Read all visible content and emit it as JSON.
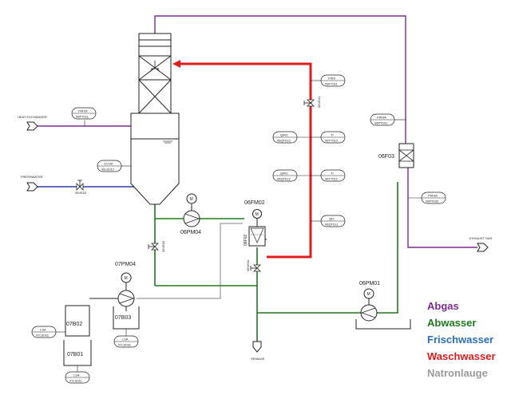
{
  "inlets": {
    "heat_exchanger": "HEAT EXCHANGER",
    "freshwater": "FRESHWATER"
  },
  "outlets": {
    "exhaust_gas": "EXHAUST GAS",
    "sewage": "SEWAGE"
  },
  "equipment": {
    "pump_main": "06PM04",
    "pump_aux": "07PM04",
    "pump_right": "06PM01",
    "filter": "06FM02",
    "filter_vertical": "06F02",
    "demister": "06F03",
    "tank_b02": "07B02",
    "tank_b03": "07B03",
    "tank_b01": "07B01",
    "motor_symbol": "M"
  },
  "instruments": {
    "firsa_left": {
      "name": "FIRSA",
      "tag": "06PT011"
    },
    "licsa": {
      "name": "LICSA",
      "tag": "06LS012"
    },
    "fira_top": {
      "name": "FIRA",
      "tag": "06FT011"
    },
    "qirc_1": {
      "name": "QIRC",
      "tag": "06QT013"
    },
    "ti_1": {
      "name": "TI",
      "tag": "06TT013"
    },
    "qirc_2": {
      "name": "QIRC",
      "tag": "06QT012"
    },
    "ti_2": {
      "name": "TI",
      "tag": "06TT012"
    },
    "qic": {
      "name": "QIC",
      "tag": "06QT011"
    },
    "firsa_right": {
      "name": "FIRSA",
      "tag": "06PT031"
    },
    "firsa_right2": {
      "name": "FIRSA",
      "tag": "06PT032"
    },
    "lsa_1": {
      "name": "LSA",
      "tag": "07LS021"
    },
    "lsa_2": {
      "name": "LSA",
      "tag": "07LS031"
    },
    "lsa_3": {
      "name": "LSA",
      "tag": "07LS011"
    }
  },
  "valves": {
    "freshwater_valve": "06VE02",
    "main_valve": "06VE03",
    "wash_valve": "06VE01",
    "filter_valve": "06VE04"
  },
  "legend": {
    "abgas": "Abgas",
    "abwasser": "Abwasser",
    "frischwasser": "Frischwasser",
    "waschwasser": "Waschwasser",
    "natronlauge": "Natronlauge"
  },
  "colors": {
    "abgas": "#7b2a91",
    "abwasser": "#1e7a1e",
    "frischwasser": "#2c3fa6",
    "waschwasser": "#e01b1b",
    "natronlauge": "#9a9a9a",
    "equipment": "#222222"
  }
}
